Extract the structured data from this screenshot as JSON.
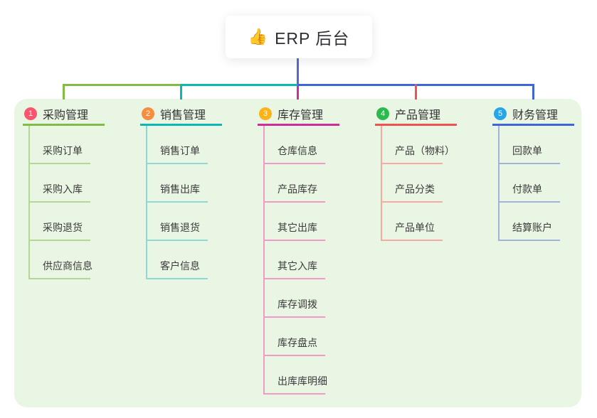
{
  "root": {
    "icon": "👍",
    "label": "ERP 后台"
  },
  "connectors": {
    "root_line_color": "#5968c5"
  },
  "branches": [
    {
      "num": "1",
      "label": "采购管理",
      "badge_color": "#f7566d",
      "line_color": "#82bb47",
      "child_line_color": "#b3d795",
      "children": [
        "采购订单",
        "采购入库",
        "采购退货",
        "供应商信息"
      ]
    },
    {
      "num": "2",
      "label": "销售管理",
      "badge_color": "#fa8c3e",
      "line_color": "#0cb8b2",
      "child_line_color": "#8ed9d3",
      "children": [
        "销售订单",
        "销售出库",
        "销售退货",
        "客户信息"
      ]
    },
    {
      "num": "3",
      "label": "库存管理",
      "badge_color": "#fcb315",
      "line_color": "#cc2f95",
      "child_line_color": "#f09ac8",
      "children": [
        "仓库信息",
        "产品库存",
        "其它出库",
        "其它入库",
        "库存调拨",
        "库存盘点",
        "出库库明细"
      ]
    },
    {
      "num": "4",
      "label": "产品管理",
      "badge_color": "#2eb94e",
      "line_color": "#ef5350",
      "child_line_color": "#f8a9a2",
      "children": [
        "产品（物料）",
        "产品分类",
        "产品单位"
      ]
    },
    {
      "num": "5",
      "label": "财务管理",
      "badge_color": "#27a5e9",
      "line_color": "#3f66d6",
      "child_line_color": "#9fb3dd",
      "children": [
        "回款单",
        "付款单",
        "结算账户"
      ]
    }
  ]
}
